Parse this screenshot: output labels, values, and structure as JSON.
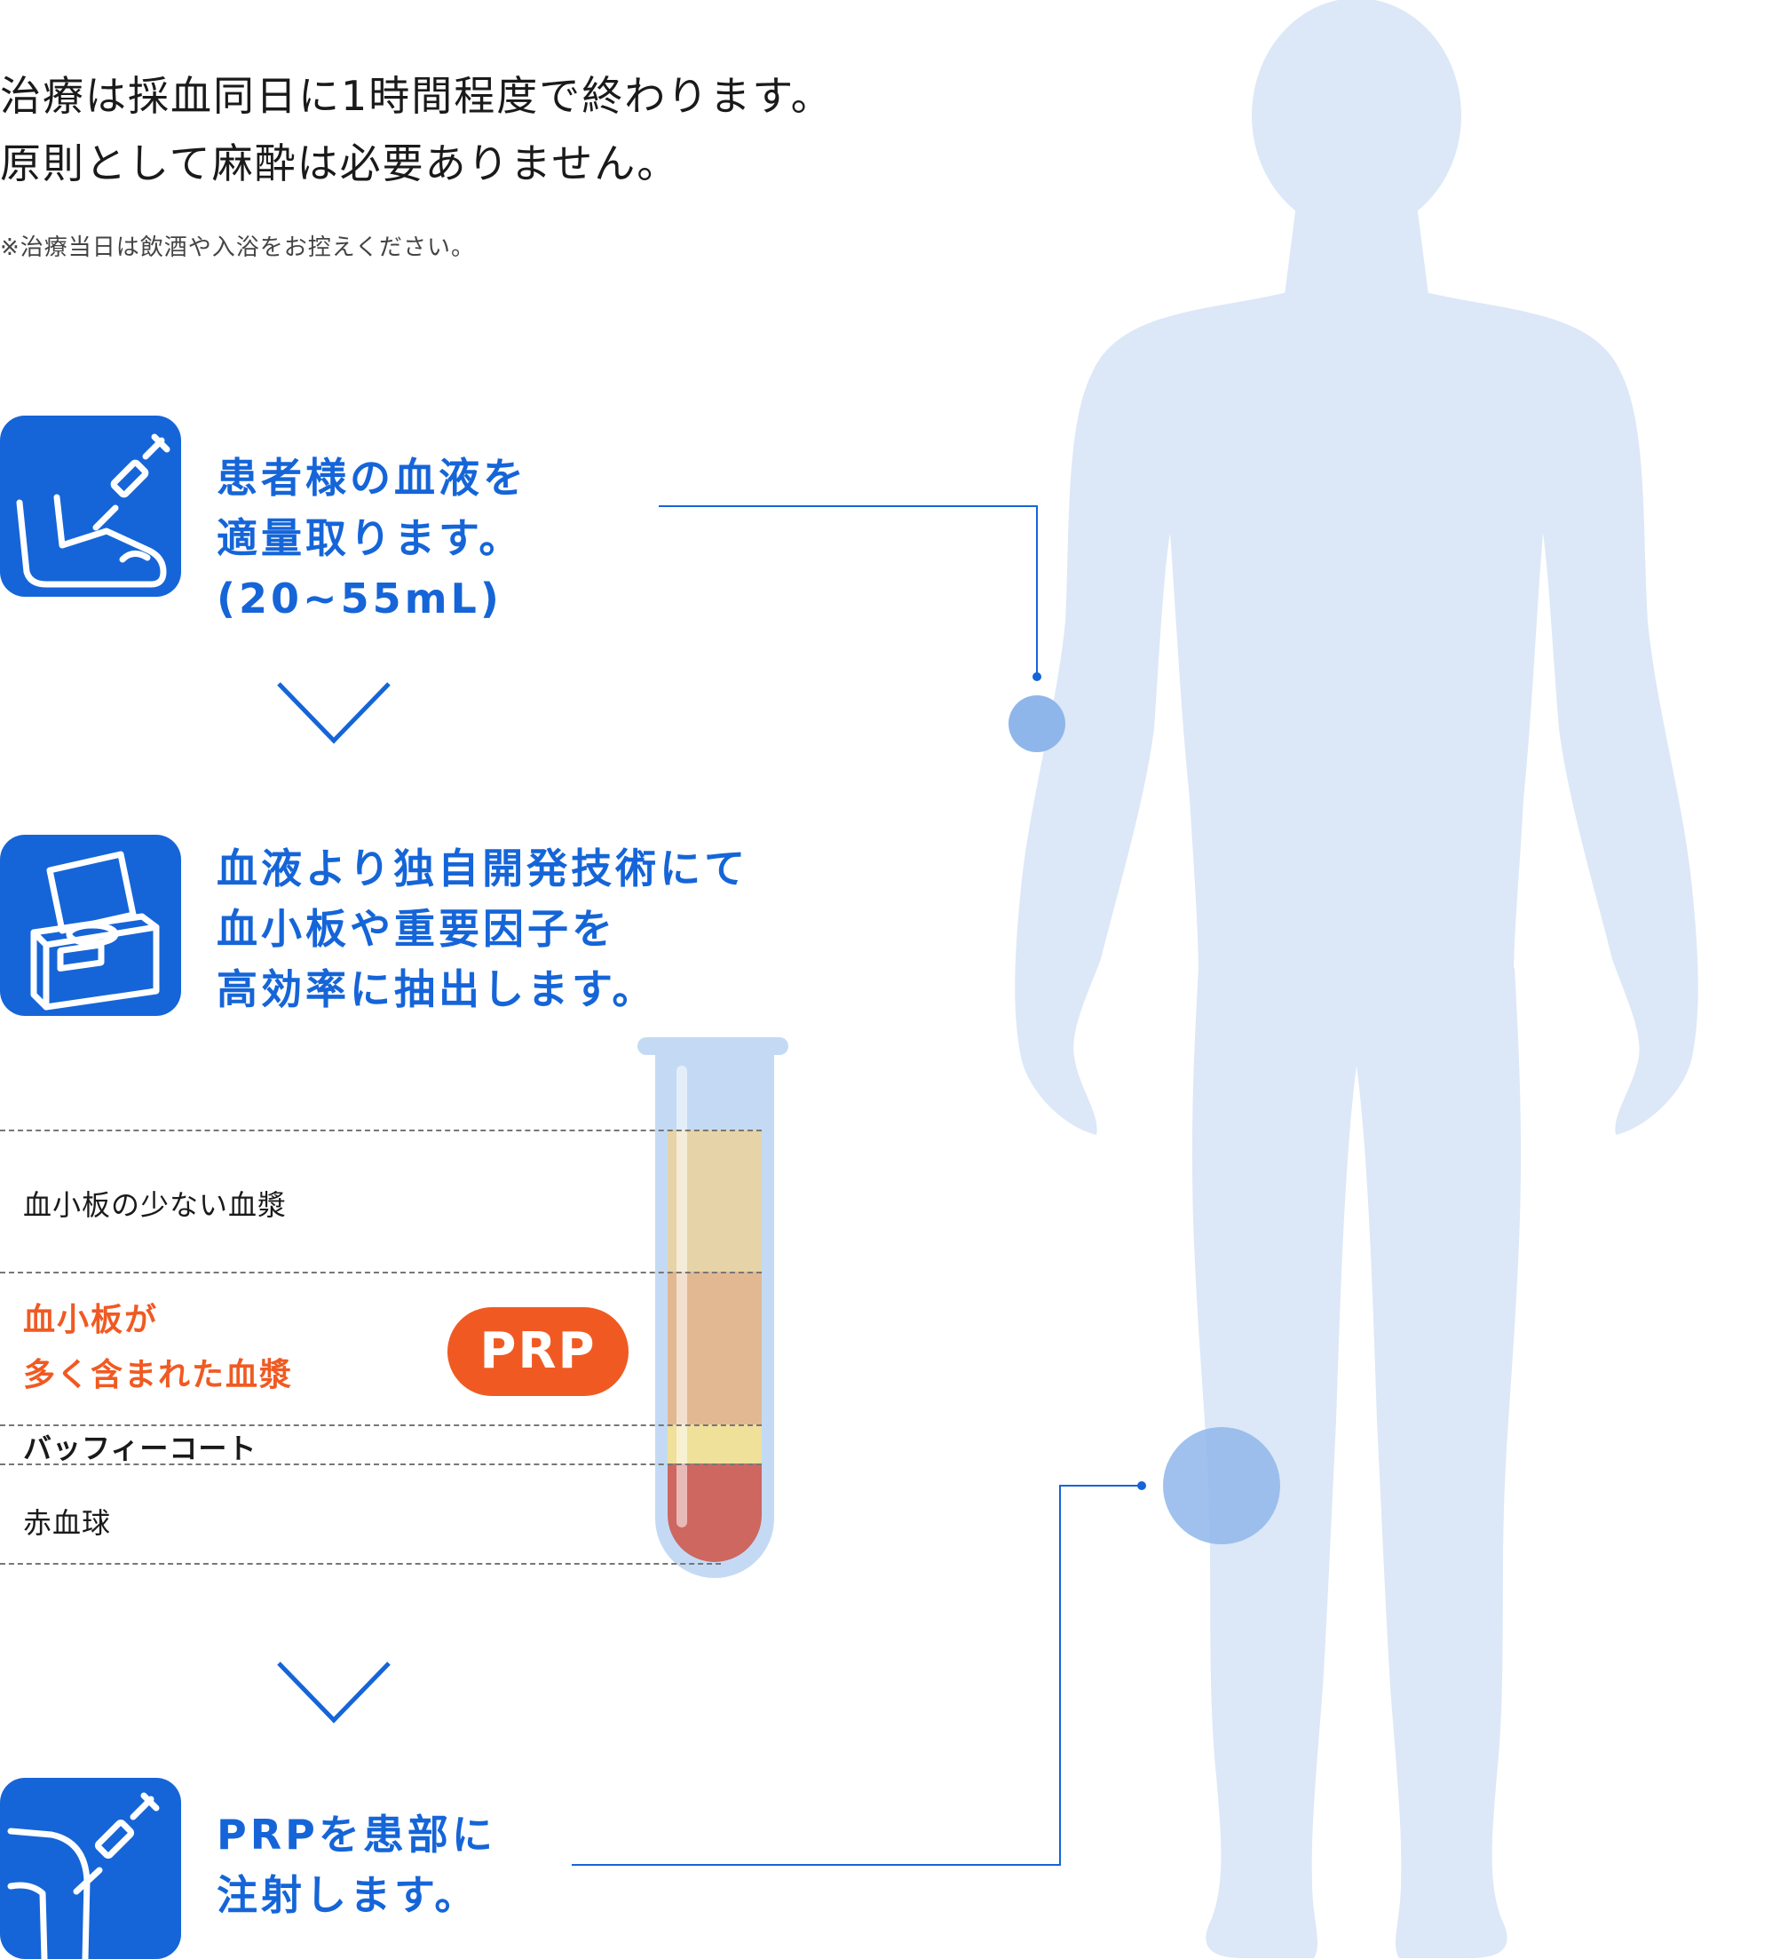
{
  "intro": {
    "line1": "治療は採血同日に1時間程度で終わります。",
    "line2": "原則として麻酔は必要ありません。",
    "note": "※治療当日は飲酒や入浴をお控えください。"
  },
  "steps": [
    {
      "icon": "arm-syringe-icon",
      "lines": [
        "患者様の血液を",
        "適量取ります。",
        "(20~55mL)"
      ]
    },
    {
      "icon": "centrifuge-icon",
      "lines": [
        "血液より独自開発技術にて",
        "血小板や重要因子を",
        "高効率に抽出します。"
      ]
    },
    {
      "icon": "knee-syringe-icon",
      "lines": [
        "PRPを患部に",
        "注射します。"
      ]
    }
  ],
  "tube": {
    "layers": [
      {
        "label": "血小板の少ない血漿",
        "color": "#e6d4a8"
      },
      {
        "label_lines": [
          "血小板が",
          "多く含まれた血漿"
        ],
        "badge": "PRP",
        "color": "#e2b892",
        "highlight": "#f05a22"
      },
      {
        "label": "バッフィーコート",
        "color": "#efe09a"
      },
      {
        "label": "赤血球",
        "color": "#cd6760"
      }
    ]
  },
  "colors": {
    "accent": "#1565d8",
    "body": "#dce8f7",
    "target": "#8fb6ea",
    "prp": "#f05a22",
    "tube_glass": "#c4daf4"
  }
}
